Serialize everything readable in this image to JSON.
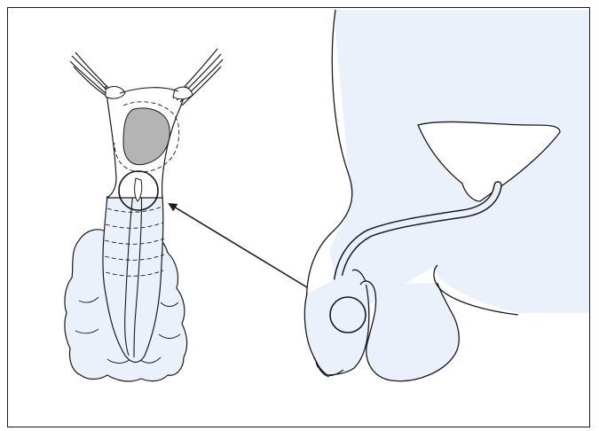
{
  "figure": {
    "type": "anatomical-line-illustration",
    "text_labels": [],
    "colors": {
      "outline": "#1a1a1a",
      "skin_fill": "#eaf1fa",
      "background": "#ffffff",
      "bladder_fill": "#b4b4b4"
    },
    "callouts": [
      {
        "name": "detail-circle-left"
      },
      {
        "name": "detail-circle-right"
      },
      {
        "name": "pointer-arrow"
      }
    ]
  }
}
